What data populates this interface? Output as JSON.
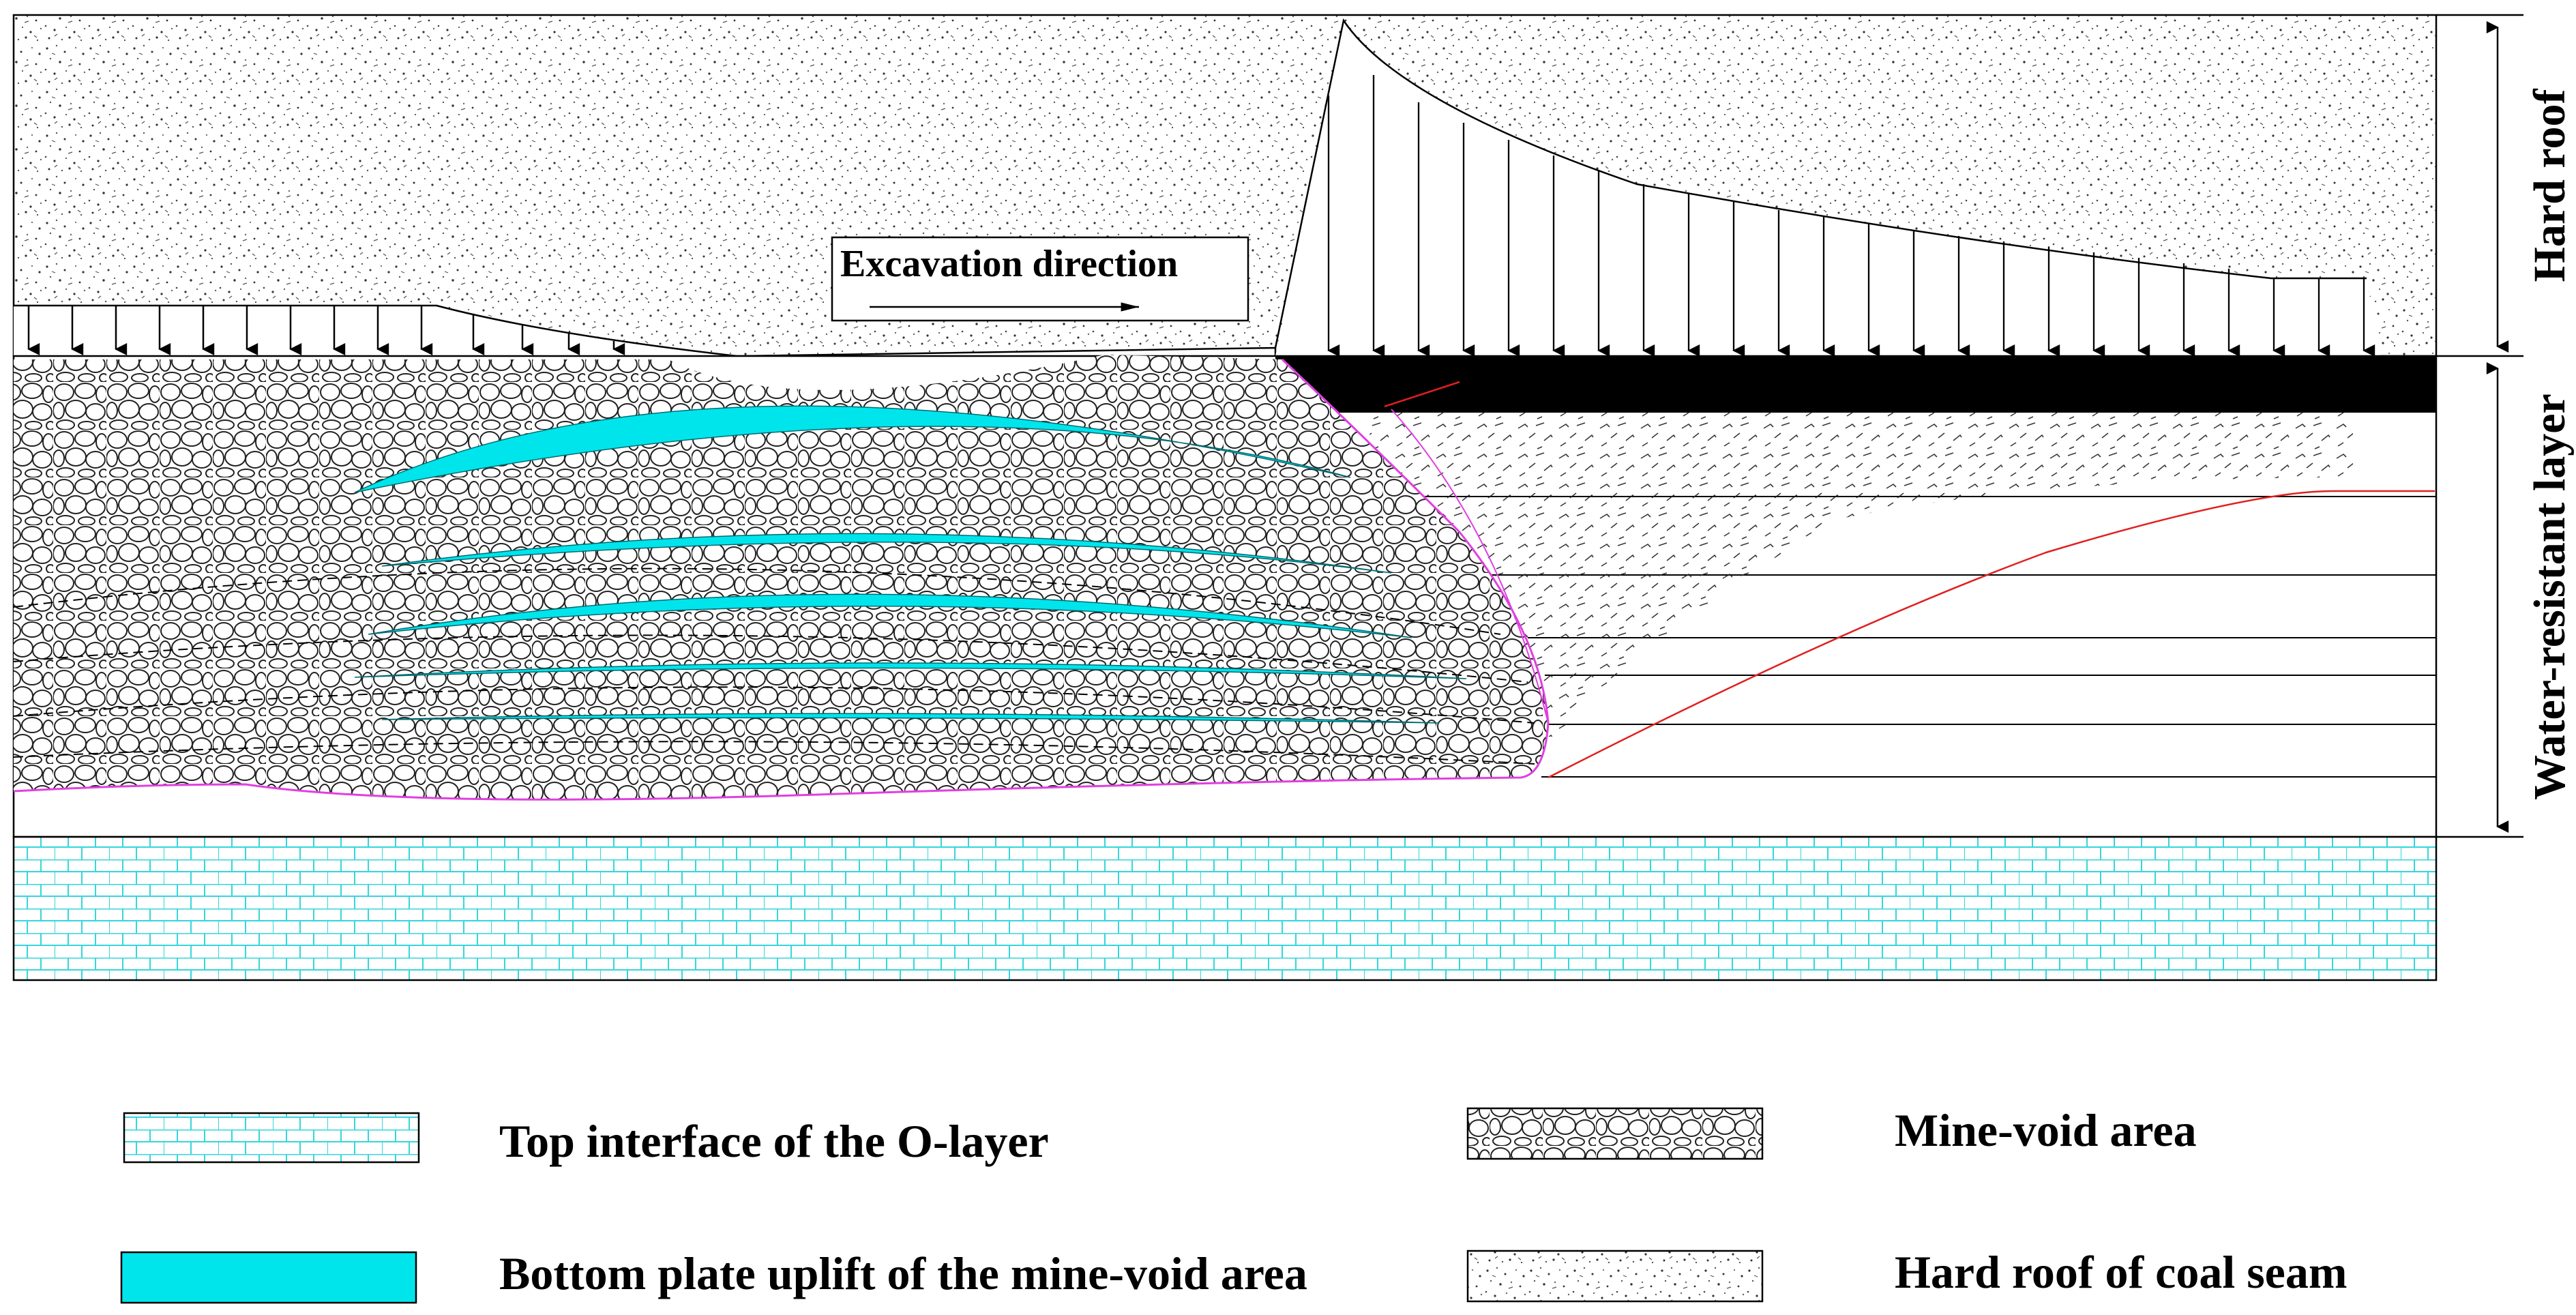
{
  "diagram": {
    "excavation_label": "Excavation direction",
    "side_labels": {
      "hard_roof": "Hard roof",
      "water_resistant": "Water-resistant layer"
    }
  },
  "legend": {
    "items": [
      {
        "id": "o-layer",
        "label": "Top interface of the O-layer",
        "swatch": "brick-cyan"
      },
      {
        "id": "mine-void",
        "label": "Mine-void area",
        "swatch": "cobble"
      },
      {
        "id": "uplift",
        "label": "Bottom plate uplift of the mine-void area",
        "swatch": "solid-cyan"
      },
      {
        "id": "hard-roof",
        "label": "Hard roof of coal seam",
        "swatch": "speckle"
      }
    ]
  },
  "colors": {
    "cyan": "#00e5ec",
    "brick_line": "#35d6dc",
    "boundary_magenta": "#e040e0",
    "fracture_red": "#e02020",
    "coal_black": "#000000"
  }
}
